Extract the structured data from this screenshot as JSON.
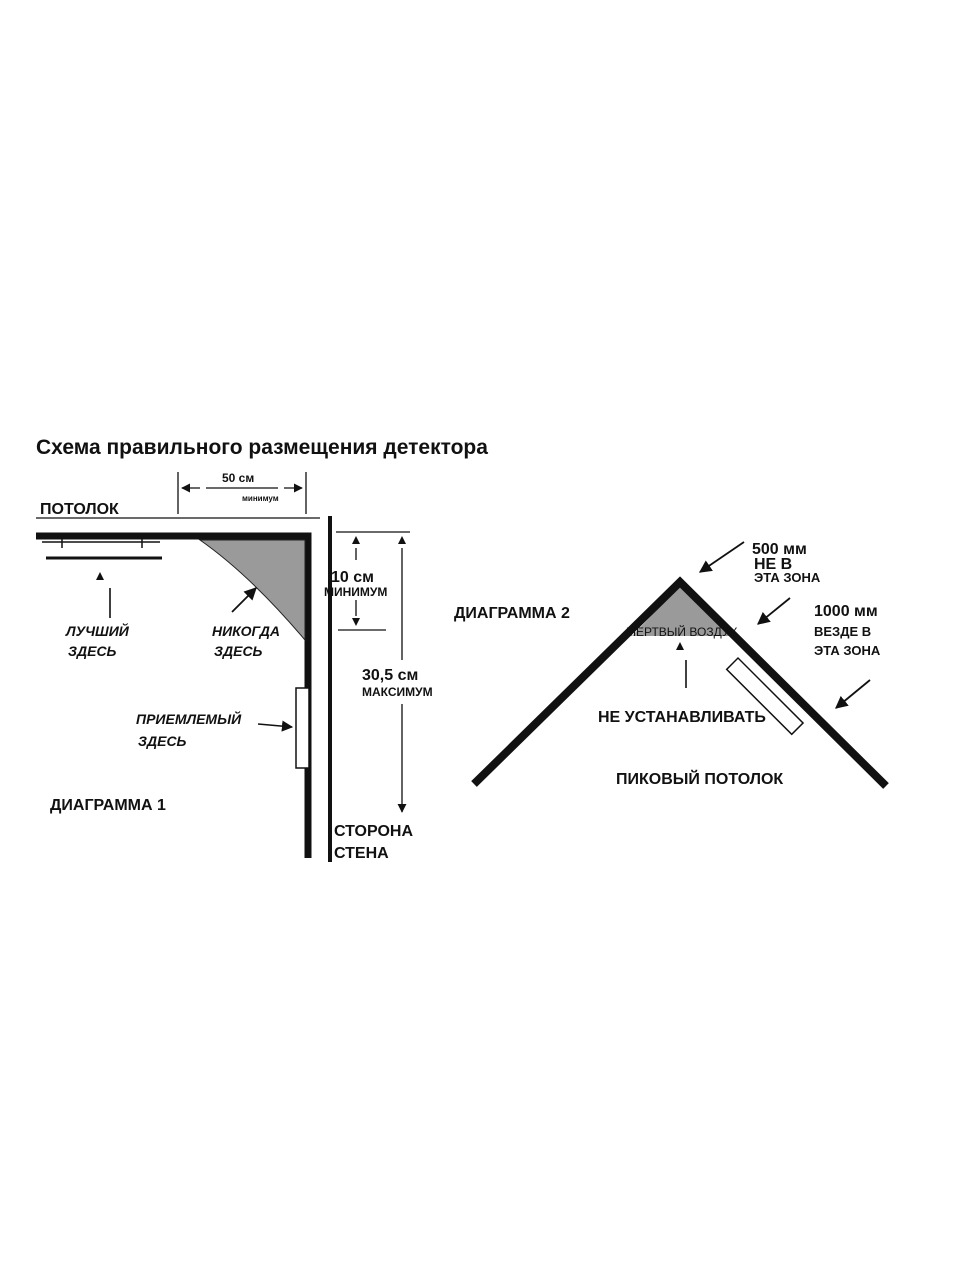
{
  "title": "Схема правильного размещения детектора",
  "diagram1": {
    "ceiling_label": "ПОТОЛОК",
    "dim_50_value": "50 см",
    "dim_50_note": "минимум",
    "dim_10_value": "10 см",
    "dim_10_note": "МИНИМУМ",
    "dim_30_value": "30,5 см",
    "dim_30_note": "МАКСИМУМ",
    "best_line1": "ЛУЧШИЙ",
    "best_line2": "ЗДЕСЬ",
    "never_line1": "НИКОГДА",
    "never_line2": "ЗДЕСЬ",
    "acceptable_line1": "ПРИЕМЛЕМЫЙ",
    "acceptable_line2": "ЗДЕСЬ",
    "side_wall_line1": "СТОРОНА",
    "side_wall_line2": "СТЕНА",
    "label": "ДИАГРАММА 1"
  },
  "diagram2": {
    "label": "ДИАГРАММА 2",
    "dim_500_value": "500 мм",
    "not_in_line1": "НЕ В",
    "not_in_line2": "ЭТА ЗОНА",
    "dim_1000_value": "1000 мм",
    "anywhere_line1": "ВЕЗДЕ В",
    "anywhere_line2": "ЭТА ЗОНА",
    "dead_air": "МЕРТВЫЙ ВОЗДУХ",
    "do_not_install": "НЕ УСТАНАВЛИВАТЬ",
    "peak_ceiling": "ПИКОВЫЙ ПОТОЛОК"
  },
  "colors": {
    "ink": "#111111",
    "shade": "#9a9a9a",
    "background": "#ffffff"
  }
}
